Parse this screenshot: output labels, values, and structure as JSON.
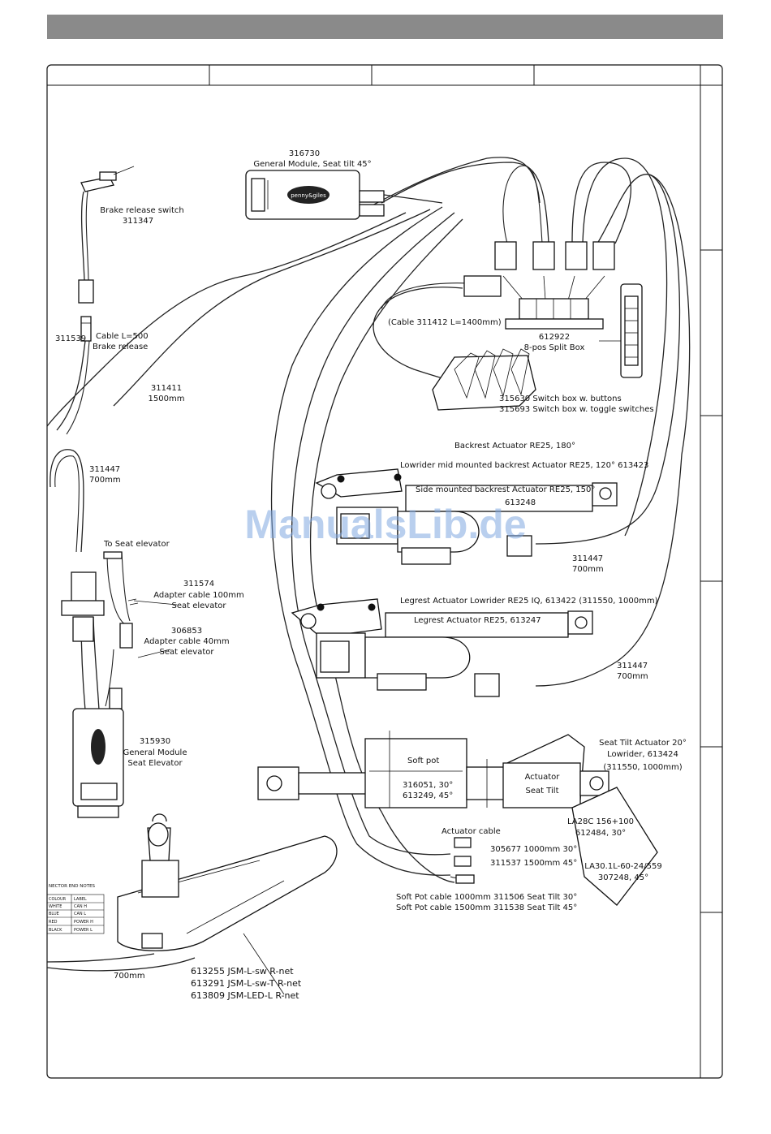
{
  "watermark": "ManualsLib.de",
  "labels": {
    "gm_tilt_pn": "316730",
    "gm_tilt_name": "General Module, Seat tilt 45°",
    "module_brand": "penny&giles",
    "brake_switch_name": "Brake release switch",
    "brake_switch_pn": "311347",
    "brake_cable_pn": "311539",
    "brake_cable_l1": "Cable L=500",
    "brake_cable_l2": "Brake release",
    "cable_311411_pn": "311411",
    "cable_311411_len": "1500mm",
    "cable_311412": "(Cable 311412 L=1400mm)",
    "splitbox_pn": "612922",
    "splitbox_name": "8-pos Split Box",
    "switchbox_l1": "315630  Switch box w. buttons",
    "switchbox_l2": "315693  Switch box w. toggle switches",
    "cable_311447_a_pn": "311447",
    "cable_311447_a_len": "700mm",
    "to_seat_elevator": "To Seat elevator",
    "adapter100_pn": "311574",
    "adapter100_l1": "Adapter cable 100mm",
    "adapter100_l2": "Seat elevator",
    "adapter40_pn": "306853",
    "adapter40_l1": "Adapter cable 40mm",
    "adapter40_l2": "Seat elevator",
    "gm_elev_pn": "315930",
    "gm_elev_l1": "General Module",
    "gm_elev_l2": "Seat Elevator",
    "backrest_1": "Backrest Actuator RE25, 180°",
    "backrest_2": "Lowrider mid mounted backrest Actuator RE25, 120°  613423",
    "backrest_3": "Side mounted backrest Actuator RE25, 150°",
    "backrest_3_pn": "613248",
    "cable_311447_b_pn": "311447",
    "cable_311447_b_len": "700mm",
    "legrest_1": "Legrest Actuator Lowrider RE25 IQ, 613422 (311550, 1000mm)",
    "legrest_2": "Legrest Actuator RE25, 613247",
    "cable_311447_c_pn": "311447",
    "cable_311447_c_len": "700mm",
    "softpot": "Soft pot",
    "softpot_pn1": "316051, 30°",
    "softpot_pn2": "613249, 45°",
    "actuator_box_l1": "Actuator",
    "actuator_box_l2": "Seat Tilt",
    "tilt_l1": "Seat Tilt Actuator 20°",
    "tilt_l2": "Lowrider, 613424",
    "tilt_l3": "(311550, 1000mm)",
    "la28c_l1": "LA28C 156+100",
    "la28c_l2": "612484, 30°",
    "la30_l1": "LA30.1L-60-24/559",
    "la30_l2": "307248, 45°",
    "actuator_cable": "Actuator cable",
    "act_cable_1": "305677  1000mm 30°",
    "act_cable_2": "311537  1500mm 45°",
    "softpot_cable_1": "Soft Pot cable 1000mm 311506 Seat Tilt 30°",
    "softpot_cable_2": "Soft Pot cable 1500mm 311538 Seat Tilt 45°",
    "joystick_len": "700mm",
    "jsm_1": "613255  JSM-L-sw R-net",
    "jsm_2": "613291  JSM-L-sw-T R-net",
    "jsm_3": "613809  JSM-LED-L R-net"
  },
  "connector_table": {
    "title": "NECTOR END NOTES",
    "headers": [
      "COLOUR",
      "LABEL"
    ],
    "rows": [
      [
        "WHITE",
        "CAN H"
      ],
      [
        "BLUE",
        "CAN L"
      ],
      [
        "RED",
        "POWER H"
      ],
      [
        "BLACK",
        "POWER L"
      ]
    ]
  },
  "colors": {
    "header_bar": "#8a8a8a",
    "watermark": "#7fa7e0"
  }
}
